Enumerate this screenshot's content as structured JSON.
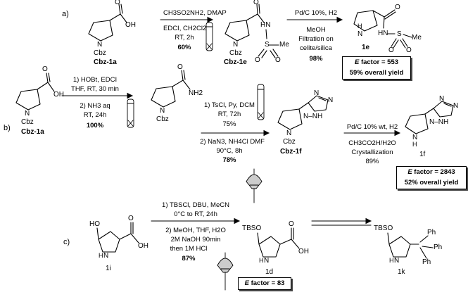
{
  "sections": {
    "a": "a)",
    "b": "b)",
    "c": "c)"
  },
  "atoms": {
    "N": "N",
    "NH": "N",
    "H": "H",
    "Cbz": "Cbz",
    "O": "O",
    "OH": "OH",
    "HN": "HN",
    "S": "S",
    "Me": "Me",
    "NH2": "NH2",
    "HO": "HO",
    "TBSO": "TBSO",
    "Ph": "Ph",
    "tetrazole_N": "N",
    "tetrazole_NH": "N–NH"
  },
  "compounds": {
    "cbz_1a": "Cbz-1a",
    "cbz_1e": "Cbz-1e",
    "c_1e": "1e",
    "cbz_1f": "Cbz-1f",
    "c_1f": "1f",
    "c_1i": "1i",
    "c_1d": "1d",
    "c_1k": "1k"
  },
  "rxn_a1": {
    "above": "CH3SO2NH2, DMAP",
    "below1": "EDCI, CH2Cl2",
    "below2": "RT, 2h",
    "yield": "60%"
  },
  "rxn_a2": {
    "above": "Pd/C 10%, H2",
    "below1": "MeOH",
    "below2": "Filtration on",
    "below3": "celite/silica",
    "yield": "98%"
  },
  "box_a": {
    "e_label": "E",
    "e_rest": " factor = 553",
    "yield": "59% overall yield"
  },
  "rxn_b1": {
    "above1": "1) HOBt, EDCI",
    "above2": "THF, RT, 30 min",
    "below1": "2) NH3 aq",
    "below2": "RT, 24h",
    "yield": "100%"
  },
  "rxn_b2": {
    "above1": "1) TsCl, Py, DCM",
    "above2": "RT, 72h",
    "above3": "75%",
    "below1": "2) NaN3, NH4Cl DMF",
    "below2": "90°C, 8h",
    "yield": "78%"
  },
  "rxn_b3": {
    "above": "Pd/C 10% wt, H2",
    "below1": "CH3CO2H/H2O",
    "below2": "Crystallization",
    "below3": "89%"
  },
  "box_b": {
    "e_label": "E",
    "e_rest": " factor = 2843",
    "yield": "52% overall yield"
  },
  "rxn_c1": {
    "above1": "1) TBSCl, DBU, MeCN",
    "above2": "0°C to RT, 24h",
    "below1": "2) MeOH, THF, H2O",
    "below2": "2M NaOH 90min",
    "below3": "then 1M HCl",
    "yield": "87%"
  },
  "box_c": {
    "e_label": "E",
    "e_rest": " factor = 83"
  },
  "colors": {
    "ink": "#000000",
    "box_shadow": "#444444",
    "flask": "#cccccc"
  }
}
